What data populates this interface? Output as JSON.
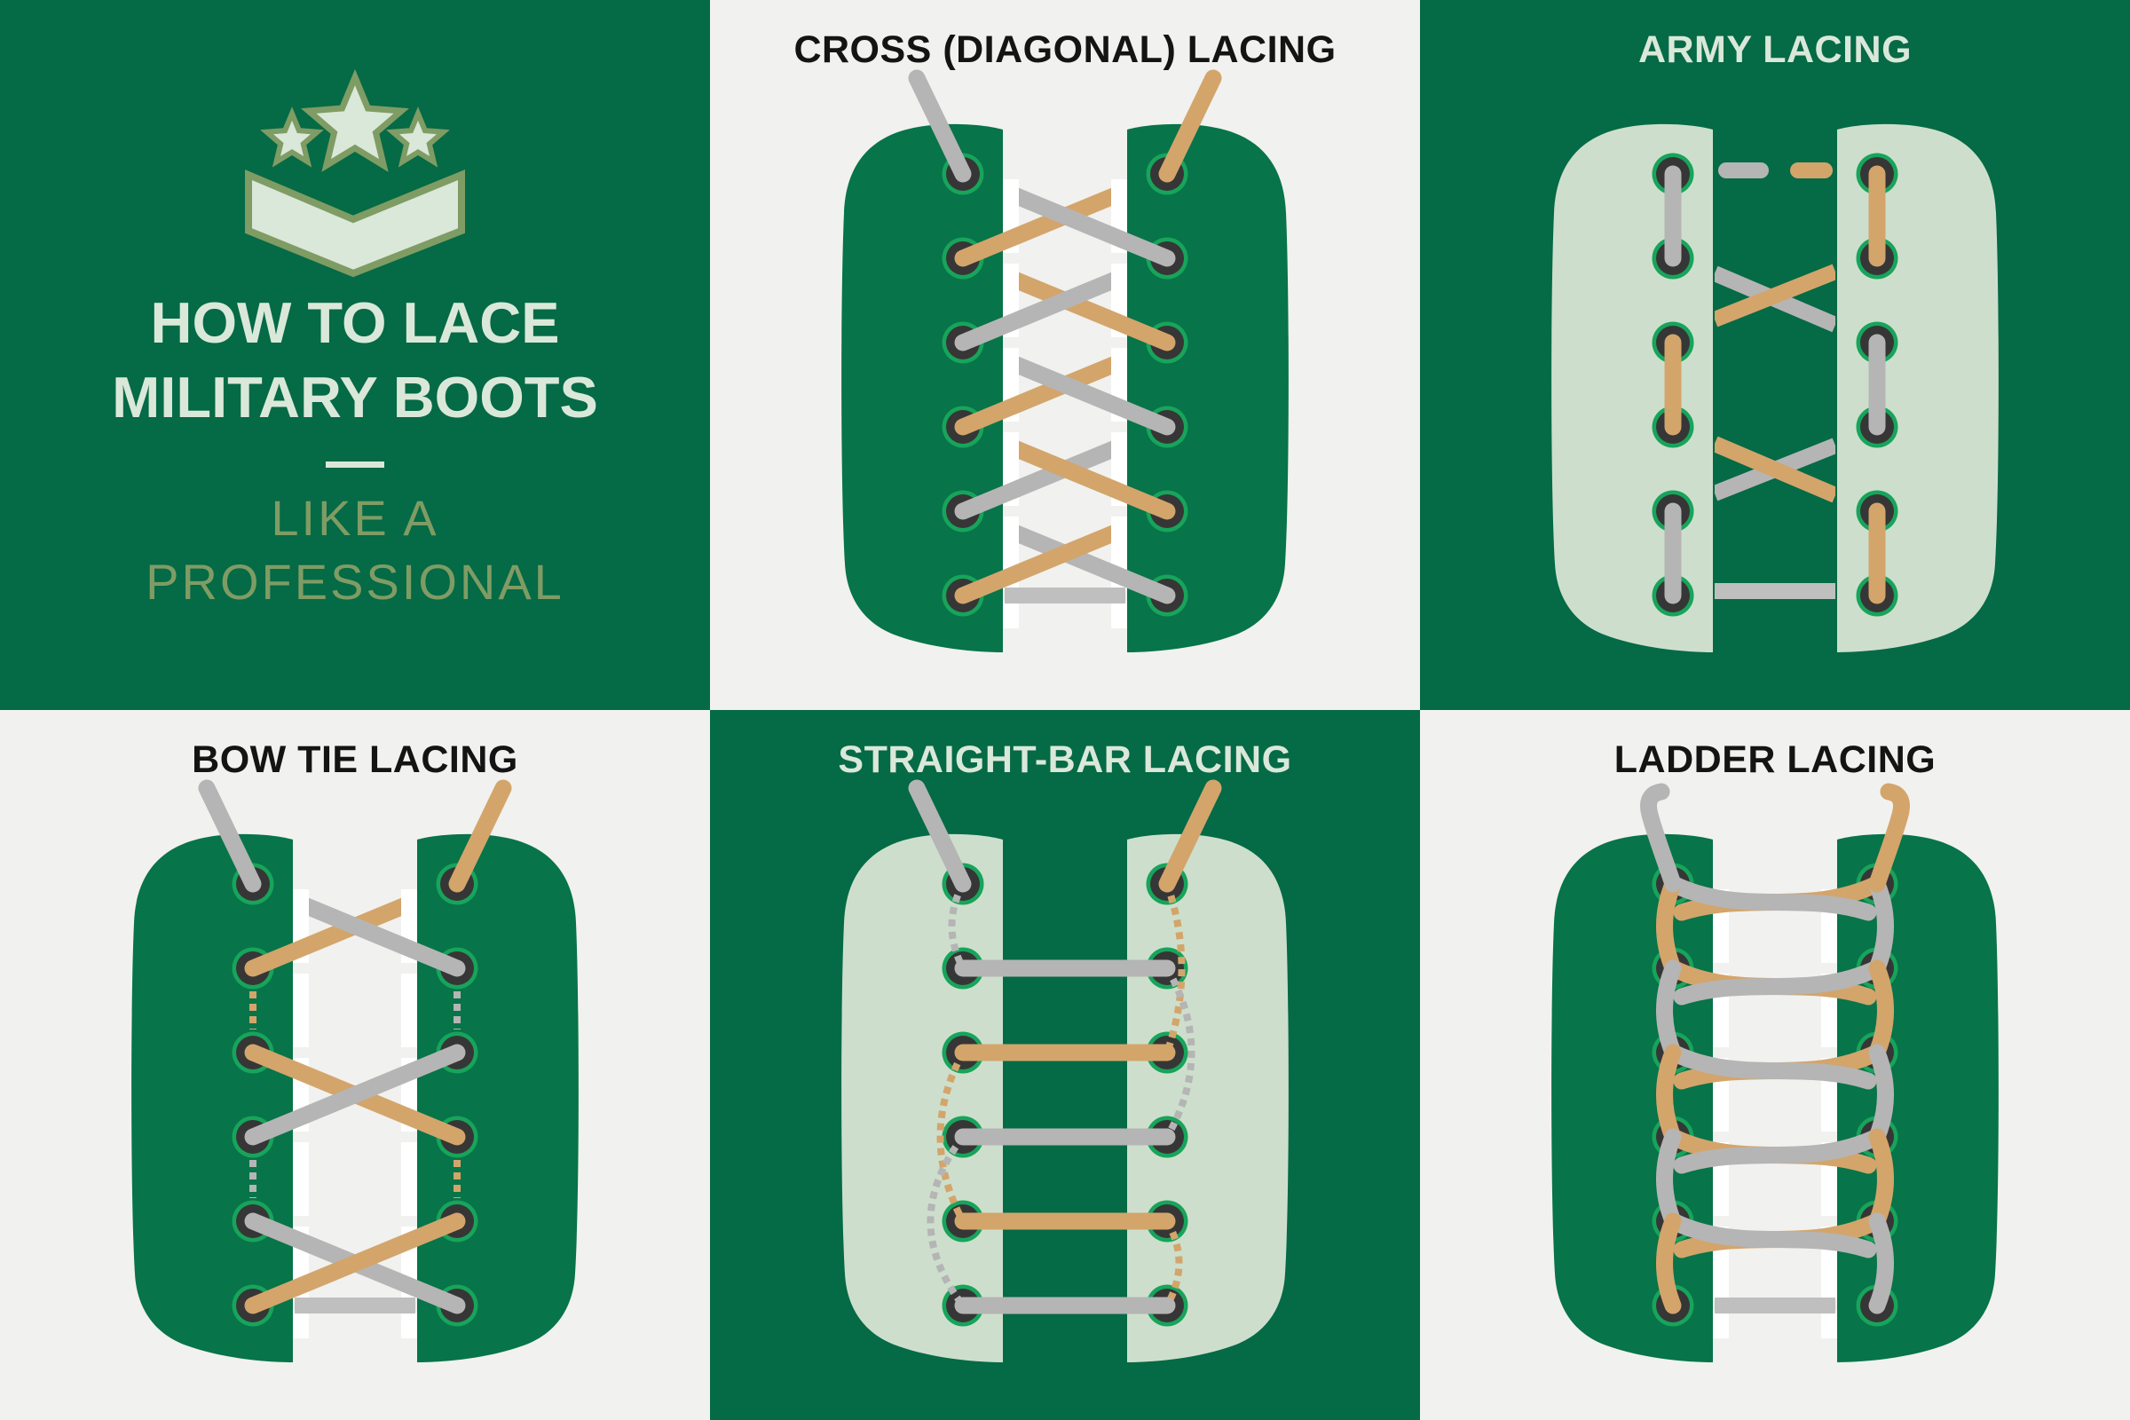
{
  "title_card": {
    "heading_line1": "HOW TO LACE",
    "heading_line2": "MILITARY BOOTS",
    "subheading_line1": "LIKE A",
    "subheading_line2": "PROFESSIONAL",
    "emblem": {
      "icon": "chevron-with-three-stars-icon",
      "stars": 3
    }
  },
  "panels": [
    {
      "id": "cross",
      "title": "CROSS (DIAGONAL) LACING",
      "theme": "light",
      "pattern": "cross"
    },
    {
      "id": "army",
      "title": "ARMY LACING",
      "theme": "green",
      "pattern": "army"
    },
    {
      "id": "bowtie",
      "title": "BOW TIE LACING",
      "theme": "light",
      "pattern": "bowtie"
    },
    {
      "id": "straightbar",
      "title": "STRAIGHT-BAR LACING",
      "theme": "green",
      "pattern": "straightbar"
    },
    {
      "id": "ladder",
      "title": "LADDER LACING",
      "theme": "light",
      "pattern": "ladder"
    }
  ],
  "diagram_spec": {
    "eyelet_rows": 6,
    "eyelet_columns": 2,
    "lace_left_color_name": "gray",
    "lace_right_color_name": "tan"
  },
  "colors": {
    "green_dark": "#056A46",
    "boot_green": "#077449",
    "boot_pale": "#CDDFCC",
    "panel_light": "#F1F1EF",
    "text_pale": "#DAE8DA",
    "text_dark": "#141414",
    "olive": "#7F9C64",
    "lace_gray": "#B5B5B5",
    "lace_tan": "#D3A56B",
    "bar_gray": "#BFBFBF",
    "eyelet_ring_green": "#17A45B",
    "eyelet_dark": "#363636",
    "white": "#FFFFFF"
  }
}
